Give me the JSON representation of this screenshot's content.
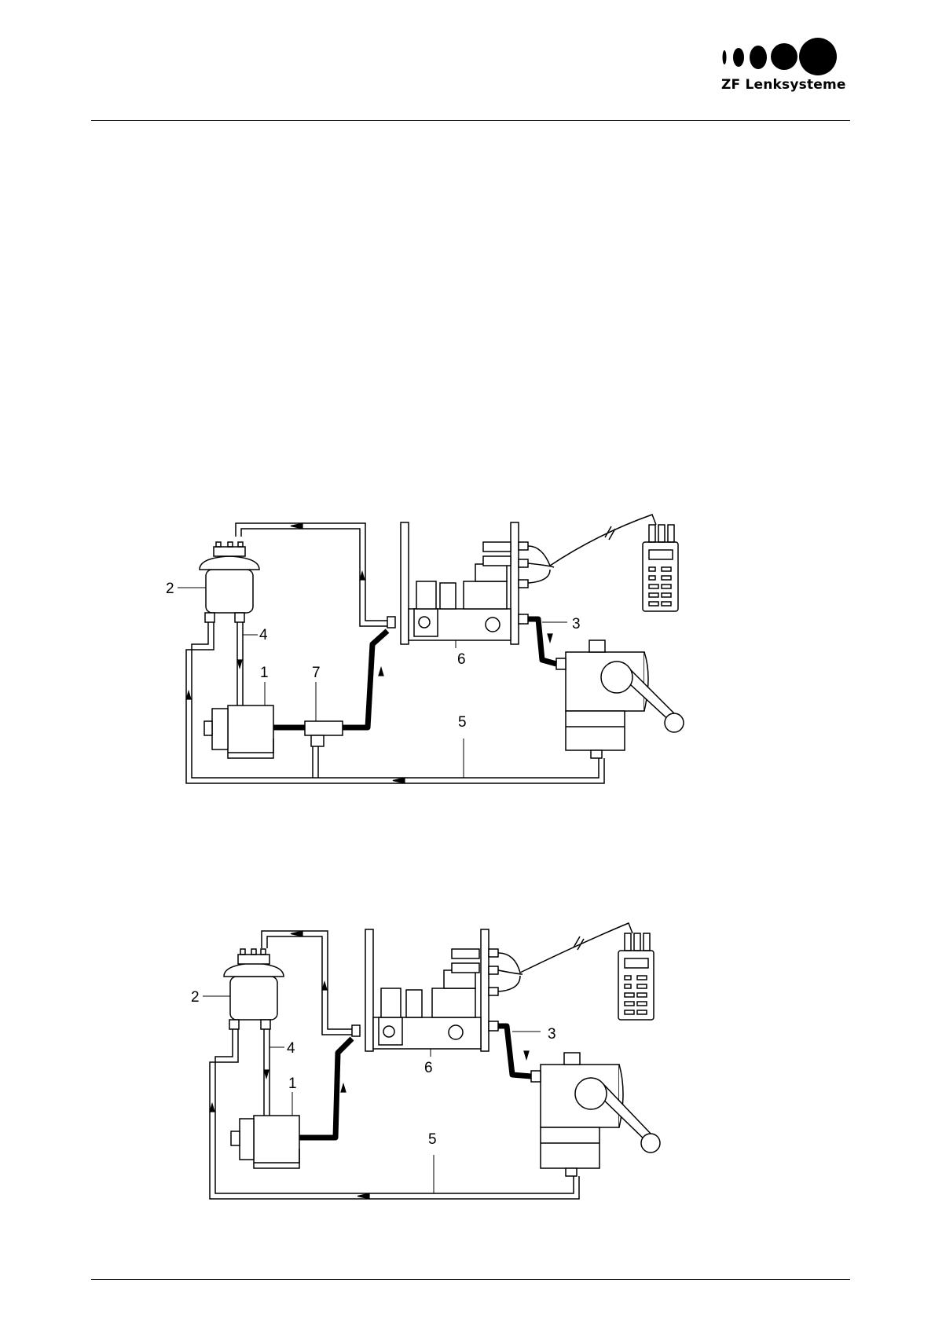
{
  "header": {
    "brand": "ZF Lenksysteme"
  },
  "figure_top": {
    "labels": {
      "pump": "1",
      "reservoir": "2",
      "pressure_line": "3",
      "suction_line": "4",
      "return_line": "5",
      "test_device": "6",
      "tee_piece": "7"
    }
  },
  "figure_bottom": {
    "labels": {
      "pump": "1",
      "reservoir": "2",
      "pressure_line": "3",
      "suction_line": "4",
      "return_line": "5",
      "test_device": "6"
    }
  }
}
